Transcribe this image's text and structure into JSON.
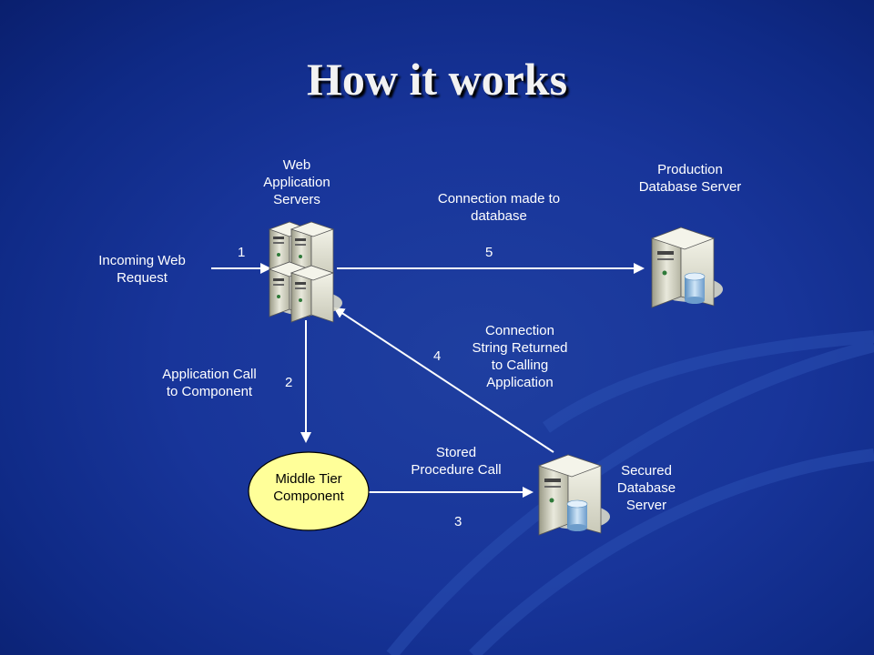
{
  "title": "How it works",
  "labels": {
    "web_servers": "Web\nApplication\nServers",
    "production_db": "Production\nDatabase Server",
    "incoming": "Incoming Web\nRequest",
    "connection_made": "Connection made to\ndatabase",
    "connection_string": "Connection\nString Returned\nto Calling\nApplication",
    "app_call": "Application Call\nto Component",
    "stored_proc": "Stored\nProcedure Call",
    "secured_db": "Secured\nDatabase\nServer",
    "middle_tier": "Middle Tier\nComponent"
  },
  "steps": {
    "s1": "1",
    "s2": "2",
    "s3": "3",
    "s4": "4",
    "s5": "5"
  },
  "colors": {
    "ellipse_fill": "#ffff99",
    "arrow": "#ffffff"
  }
}
